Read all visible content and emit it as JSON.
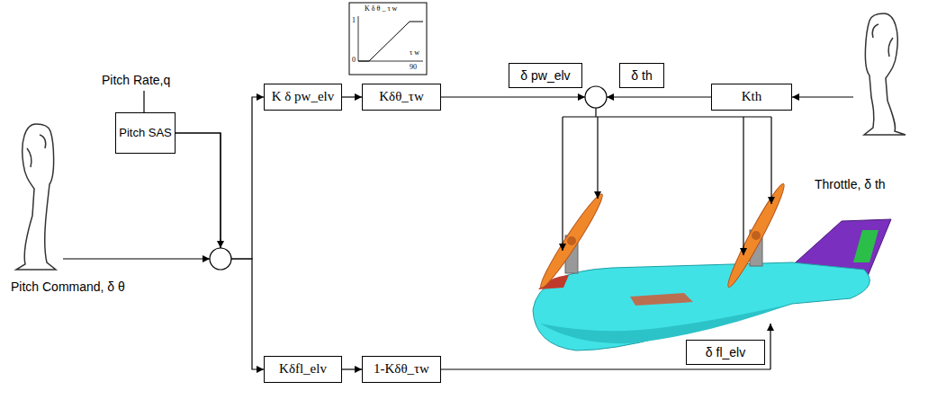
{
  "diagram": {
    "nodes": [
      {
        "text": [
          "K δ pw_elv"
        ]
      },
      {
        "text": [
          "Kδθ_τw"
        ]
      },
      {
        "text": [
          "δ pw_elv"
        ]
      },
      {
        "text": [
          "δ th"
        ]
      },
      {
        "text": [
          "Kth"
        ]
      },
      {
        "text": [
          "Pitch SAS"
        ]
      },
      {
        "text": [
          "Kδfl_elv"
        ]
      },
      {
        "text": [
          "1-Kδθ_τw"
        ]
      },
      {
        "text": [
          "δ fl_elv"
        ]
      }
    ],
    "edges": [
      {
        "from": 5,
        "to": 0,
        "arrow": "to"
      },
      {
        "from": 5,
        "to": 6,
        "arrow": "to"
      },
      {
        "from": 0,
        "to": 1,
        "arrow": "to"
      },
      {
        "from": 6,
        "to": 7,
        "arrow": "to"
      }
    ],
    "labels": [
      "Pitch Rate,q",
      "Pitch Command, δ θ",
      "Throttle, δ th",
      "1",
      "K δ θ _ τ w",
      "0",
      "τ w",
      "90"
    ]
  }
}
